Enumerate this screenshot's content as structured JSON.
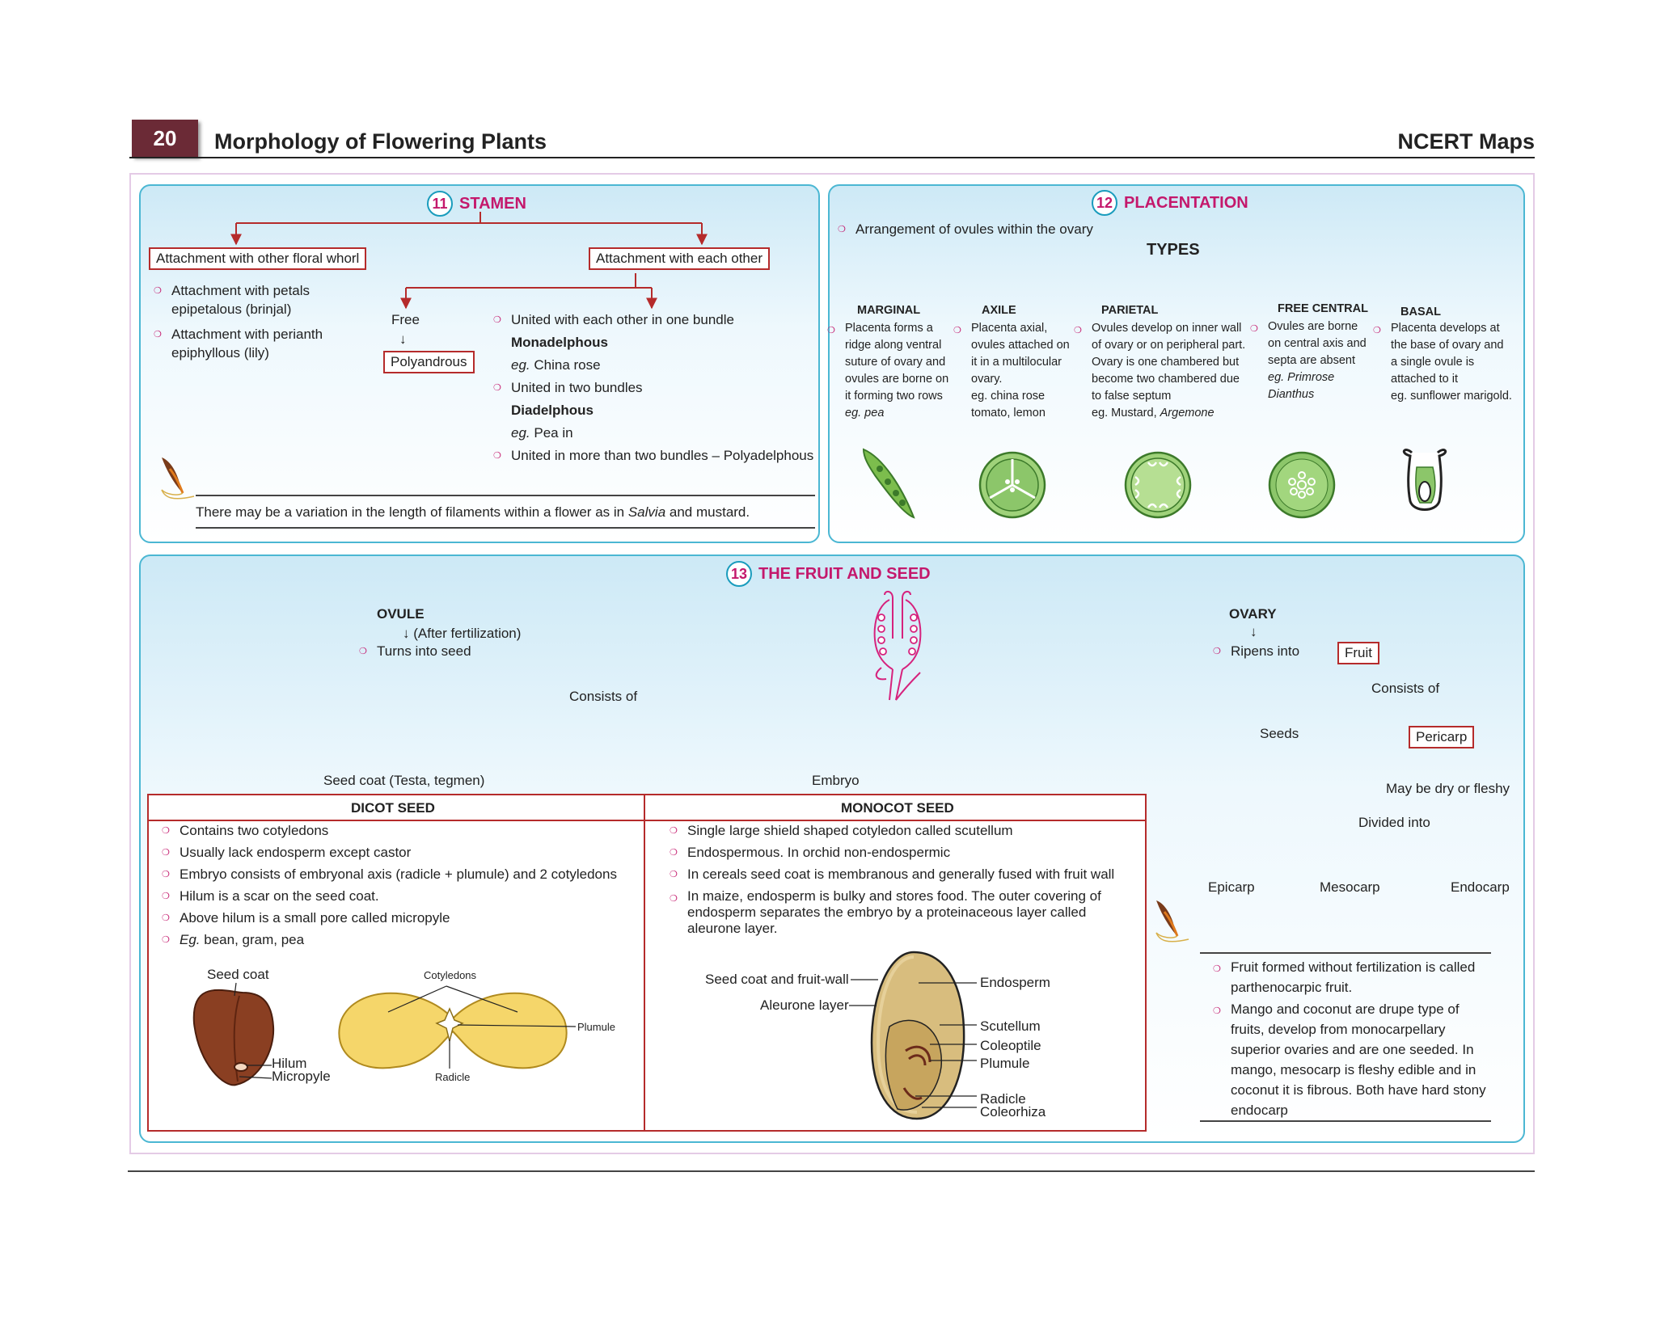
{
  "header": {
    "page_number": "20",
    "title": "Morphology of Flowering Plants",
    "right": "NCERT Maps"
  },
  "stamen": {
    "number": "11",
    "title": "STAMEN",
    "left_box": "Attachment with other floral whorl",
    "right_box": "Attachment with each other",
    "left_points": [
      {
        "l1": "Attachment  with  petals",
        "l2": "epipetalous (brinjal)"
      },
      {
        "l1": "Attachment with perianth",
        "l2": "epiphyllous (lily)"
      }
    ],
    "free_label": "Free",
    "arrow_glyph": "↓",
    "polyandrous": "Polyandrous",
    "united1": "United with each other in one bundle",
    "monadelphous": "Monadelphous",
    "eg_china_rose_eg": "eg.",
    "eg_china_rose": "China rose",
    "united2": "United in two bundles",
    "diadelphous": "Diadelphous",
    "eg_pea_eg": "eg.",
    "eg_pea": "Pea in",
    "united3": "United in more than two bundles – Polyadelphous",
    "note_a": "There may be a variation in the length of filaments within a flower as in",
    "note_b": "Salvia",
    "note_c": "and mustard."
  },
  "placentation": {
    "number": "12",
    "title": "PLACENTATION",
    "intro": "Arrangement of ovules within the ovary",
    "types": "TYPES",
    "items": [
      {
        "name": "MARGINAL",
        "lines": [
          "Placenta forms a",
          "ridge along ventral",
          "suture of ovary and",
          "ovules are borne on",
          "it forming two rows"
        ],
        "eg": "eg. pea"
      },
      {
        "name": "AXILE",
        "lines": [
          "Placenta axial,",
          "ovules attached on",
          "it in a multilocular",
          "ovary."
        ],
        "eg": "eg. china rose",
        "eg2": "tomato, lemon"
      },
      {
        "name": "PARIETAL",
        "lines": [
          "Ovules develop on inner wall",
          "of ovary or on peripheral part.",
          "Ovary is one chambered but",
          "become two chambered due",
          "to false septum"
        ],
        "eg": "eg. Mustard, ",
        "eg_i": "Argemone"
      },
      {
        "name": "FREE CENTRAL",
        "lines": [
          "Ovules are borne",
          "on central axis and",
          "septa are absent"
        ],
        "eg": "eg. Primrose",
        "eg2": "Dianthus"
      },
      {
        "name": "BASAL",
        "lines": [
          "Placenta develops at",
          "the base of ovary and",
          "a single ovule is",
          "attached to it"
        ],
        "eg": "eg. sunflower marigold."
      }
    ]
  },
  "fruit": {
    "number": "13",
    "title": "THE FRUIT AND SEED",
    "ovule": "OVULE",
    "after_fert": "↓ (After fertilization)",
    "turns_seed": "Turns into seed",
    "ovary": "OVARY",
    "down_arrow": "↓",
    "ripens": "Ripens into",
    "fruit_box": "Fruit",
    "consists_of": "Consists of",
    "consists_of2": "Consists of",
    "seeds": "Seeds",
    "pericarp": "Pericarp",
    "dry_fleshy": "May be dry or fleshy",
    "divided": "Divided into",
    "epicarp": "Epicarp",
    "mesocarp": "Mesocarp",
    "endocarp": "Endocarp",
    "seed_coat": "Seed coat (Testa, tegmen)",
    "embryo": "Embryo",
    "dicot_title": "DICOT SEED",
    "dicot_points": [
      "Contains two cotyledons",
      "Usually lack endosperm except castor",
      "Embryo consists of embryonal axis (radicle + plumule) and 2 cotyledons",
      "Hilum is a scar on the seed coat.",
      "Above hilum is a small pore called micropyle",
      "bean, gram, pea"
    ],
    "dicot_eg": "Eg.",
    "monocot_title": "MONOCOT SEED",
    "monocot_points": [
      "Single large shield shaped cotyledon called scutellum",
      "Endospermous. In orchid non-endospermic",
      "In cereals seed coat is membranous and generally fused with fruit wall"
    ],
    "maize_l1": "In  maize,  endosperm  is  bulky  and  stores  food.  The  outer  covering  of",
    "maize_l2": "endosperm  separates  the  embryo  by  a  proteinaceous  layer  called",
    "maize_l3": "aleurone layer.",
    "dicot_labels": {
      "seed_coat": "Seed coat",
      "hilum": "Hilum",
      "micropyle": "Micropyle",
      "cotyledons": "Cotyledons",
      "plumule": "Plumule",
      "radicle": "Radicle"
    },
    "monocot_labels": {
      "seed_coat_wall": "Seed coat and fruit-wall",
      "aleurone": "Aleurone layer",
      "endosperm": "Endosperm",
      "scutellum": "Scutellum",
      "coleoptile": "Coleoptile",
      "plumule": "Plumule",
      "radicle": "Radicle",
      "coleorhiza": "Coleorhiza"
    },
    "notes": {
      "n1": [
        "Fruit formed without fertilization is called",
        "parthenocarpic fruit."
      ],
      "n2": [
        "Mango  and  coconut  are  drupe  type  of",
        "fruits,  develop  from  monocarpellary",
        "superior ovaries and are one seeded. In",
        "mango, mesocarp is fleshy edible and in",
        "coconut it is fibrous. Both have hard stony",
        "endocarp"
      ]
    }
  },
  "colors": {
    "accent": "#c4186c",
    "arrow": "#b52b2b",
    "panel_border": "#4bb7d3",
    "header_badge": "#6b2a36"
  }
}
